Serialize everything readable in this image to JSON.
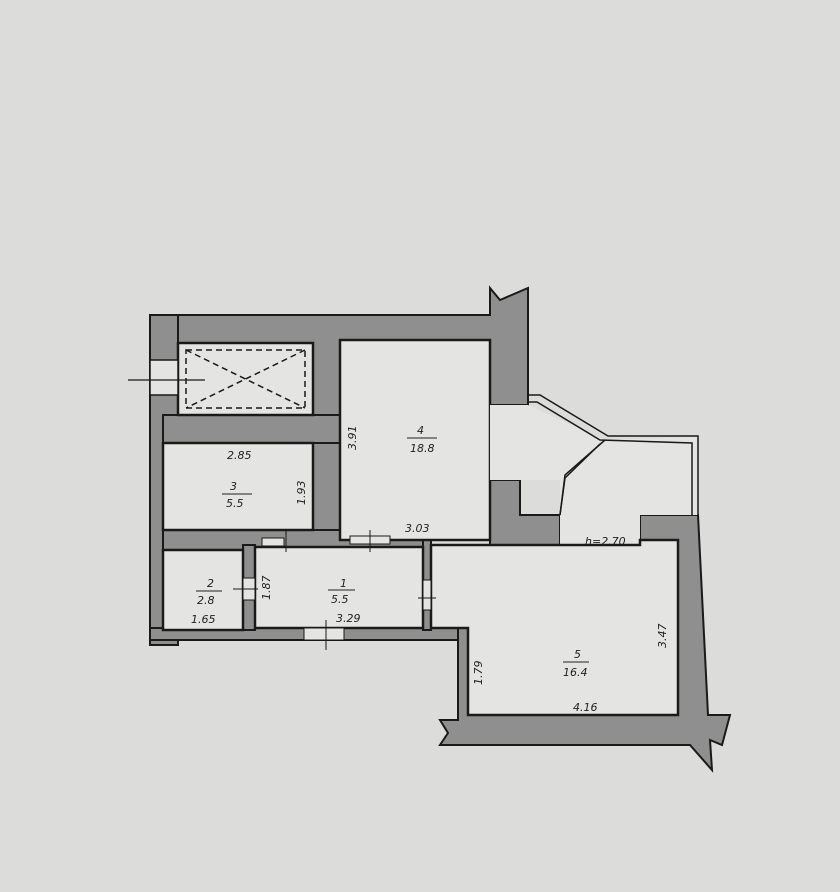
{
  "plan": {
    "ceiling_height": "h=2.70",
    "rooms": [
      {
        "number": "1",
        "area": "5.5"
      },
      {
        "number": "2",
        "area": "2.8"
      },
      {
        "number": "3",
        "area": "5.5"
      },
      {
        "number": "4",
        "area": "18.8"
      },
      {
        "number": "5",
        "area": "16.4"
      }
    ],
    "dimensions": {
      "room4_height": "3.91",
      "room4_width": "3.03",
      "room3_width": "2.85",
      "room3_height": "1.93",
      "room2_width": "1.65",
      "room1_height": "1.87",
      "room1_width": "3.29",
      "room5_height_right": "3.47",
      "room5_height_left": "1.79",
      "room5_width": "4.16"
    }
  }
}
